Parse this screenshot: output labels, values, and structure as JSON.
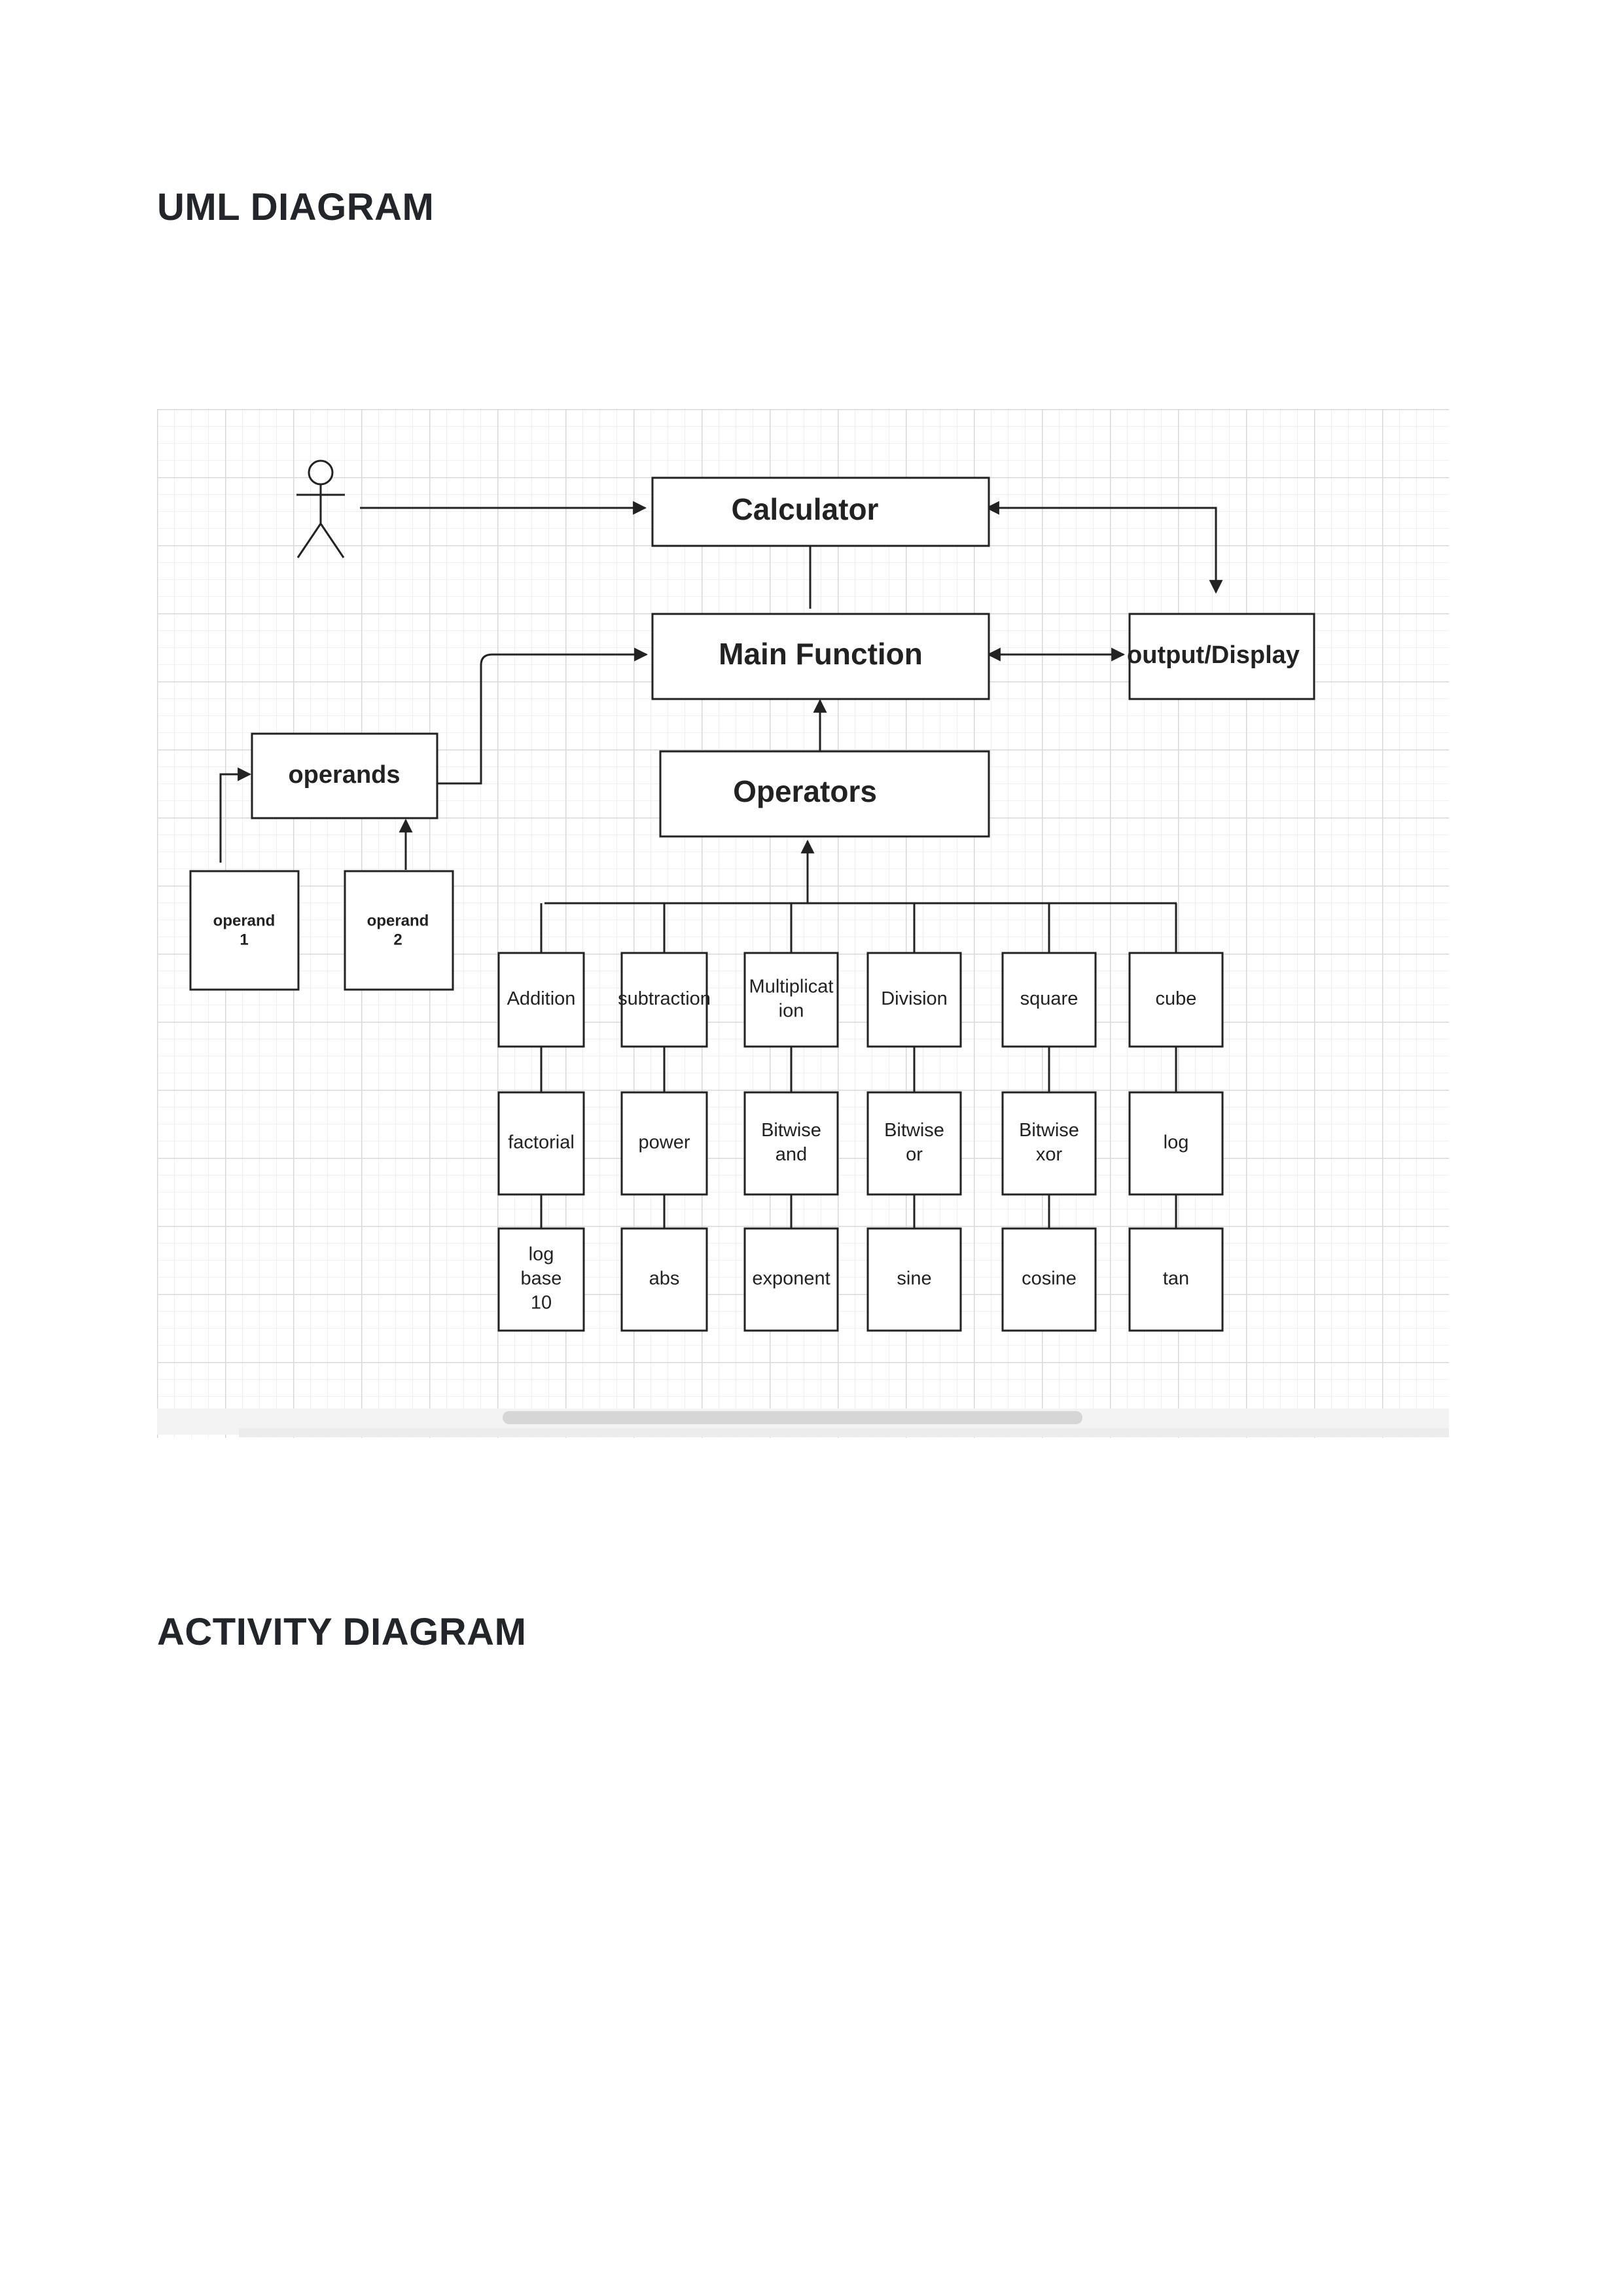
{
  "page": {
    "uml_heading": "UML DIAGRAM",
    "activity_heading": "ACTIVITY DIAGRAM"
  },
  "diagram": {
    "calculator": "Calculator",
    "main_function": "Main Function",
    "output_display": "output/Display",
    "operators": "Operators",
    "operands": "operands",
    "operand1": [
      "operand",
      "1"
    ],
    "operand2": [
      "operand",
      "2"
    ],
    "operations": {
      "row1": [
        [
          "Addition"
        ],
        [
          "subtraction"
        ],
        [
          "Multiplicat",
          "ion"
        ],
        [
          "Division"
        ],
        [
          "square"
        ],
        [
          "cube"
        ]
      ],
      "row2": [
        [
          "factorial"
        ],
        [
          "power"
        ],
        [
          "Bitwise",
          "and"
        ],
        [
          "Bitwise",
          "or"
        ],
        [
          "Bitwise",
          "xor"
        ],
        [
          "log"
        ]
      ],
      "row3": [
        [
          "log",
          "base",
          "10"
        ],
        [
          "abs"
        ],
        [
          "exponent"
        ],
        [
          "sine"
        ],
        [
          "cosine"
        ],
        [
          "tan"
        ]
      ]
    }
  },
  "colors": {
    "line": "#222222",
    "grid_major": "#d8d8d8",
    "grid_minor": "#f0f0f0",
    "heading": "#222529"
  }
}
